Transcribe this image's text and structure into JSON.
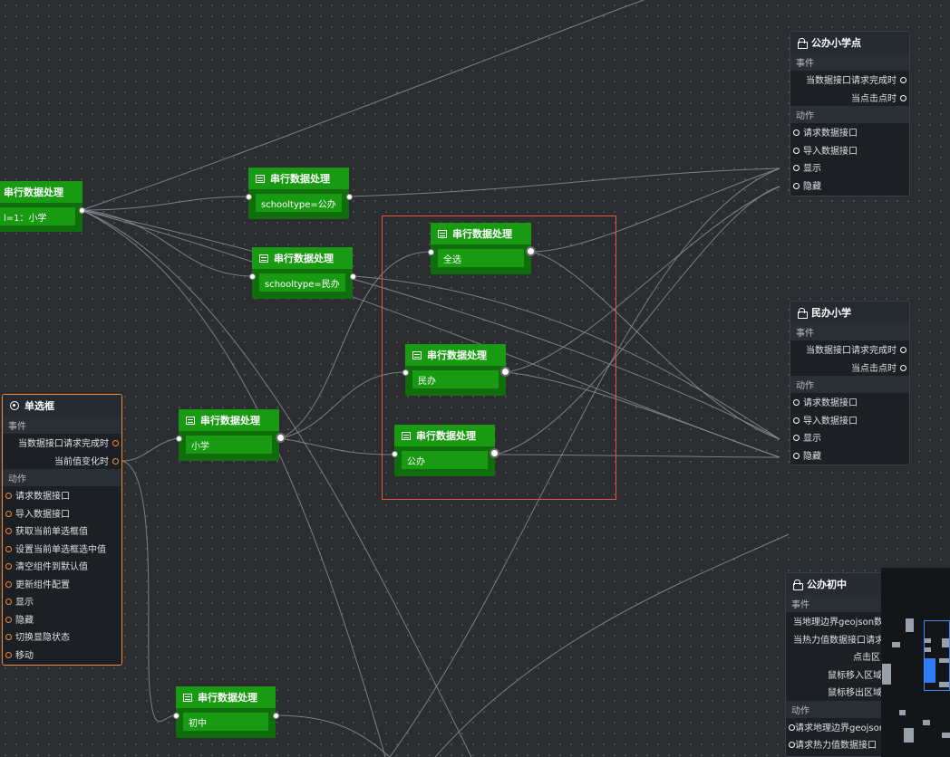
{
  "processor_title": "串行数据处理",
  "nodes": {
    "left_clip": {
      "title": "串行数据处理",
      "field": "l=1：小学"
    },
    "p_gongban": {
      "title": "串行数据处理",
      "field": "schooltype=公办"
    },
    "p_minban": {
      "title": "串行数据处理",
      "field": "schooltype=民办"
    },
    "p_quanxuan": {
      "title": "串行数据处理",
      "field": "全选"
    },
    "p_minban2": {
      "title": "串行数据处理",
      "field": "民办"
    },
    "p_gongban2": {
      "title": "串行数据处理",
      "field": "公办"
    },
    "p_xiaoxue": {
      "title": "串行数据处理",
      "field": "小学"
    },
    "p_chuzhong": {
      "title": "串行数据处理",
      "field": "初中"
    }
  },
  "radio": {
    "title": "单选框",
    "events_label": "事件",
    "events": [
      "当数据接口请求完成时",
      "当前值变化时"
    ],
    "actions_label": "动作",
    "actions": [
      "请求数据接口",
      "导入数据接口",
      "获取当前单选框值",
      "设置当前单选框选中值",
      "清空组件到默认值",
      "更新组件配置",
      "显示",
      "隐藏",
      "切换显隐状态",
      "移动"
    ]
  },
  "gongban_xiaoxue": {
    "title": "公办小学点",
    "events_label": "事件",
    "events": [
      "当数据接口请求完成时",
      "当点击点时"
    ],
    "actions_label": "动作",
    "actions": [
      "请求数据接口",
      "导入数据接口",
      "显示",
      "隐藏"
    ]
  },
  "minban_xiaoxue": {
    "title": "民办小学",
    "events_label": "事件",
    "events": [
      "当数据接口请求完成时",
      "当点击点时"
    ],
    "actions_label": "动作",
    "actions": [
      "请求数据接口",
      "导入数据接口",
      "显示",
      "隐藏"
    ]
  },
  "gongban_chuzhong": {
    "title": "公办初中",
    "events_label": "事件",
    "events": [
      "当地理边界geojson数",
      "当热力值数据接口请求",
      "点击区",
      "鼠标移入区域",
      "鼠标移出区域"
    ],
    "actions_label": "动作",
    "actions": [
      "请求地理边界geojson",
      "请求热力值数据接口"
    ]
  },
  "colors": {
    "canvas_bg": "#2b2d31",
    "processor_green": "#189b12",
    "selection_red": "#e0593e",
    "active_orange": "#f08a3c",
    "minimap_viewport": "#3d86ff"
  }
}
